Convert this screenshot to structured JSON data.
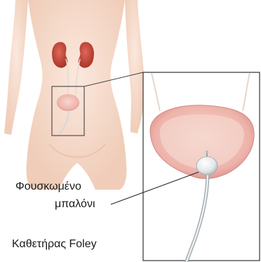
{
  "labels": {
    "balloon_line1": "Φουσκωμένο",
    "balloon_line2": "μπαλόνι",
    "catheter": "Καθετήρας Foley"
  },
  "colors": {
    "skin": "#f6dccd",
    "skin_shadow": "#e9c1ad",
    "kidney": "#c6483a",
    "bladder": "#e9a8a2",
    "bladder_inner": "#f4cfc6",
    "tube": "#d7dde0",
    "balloon": "#eceeef",
    "frame": "#333333"
  }
}
